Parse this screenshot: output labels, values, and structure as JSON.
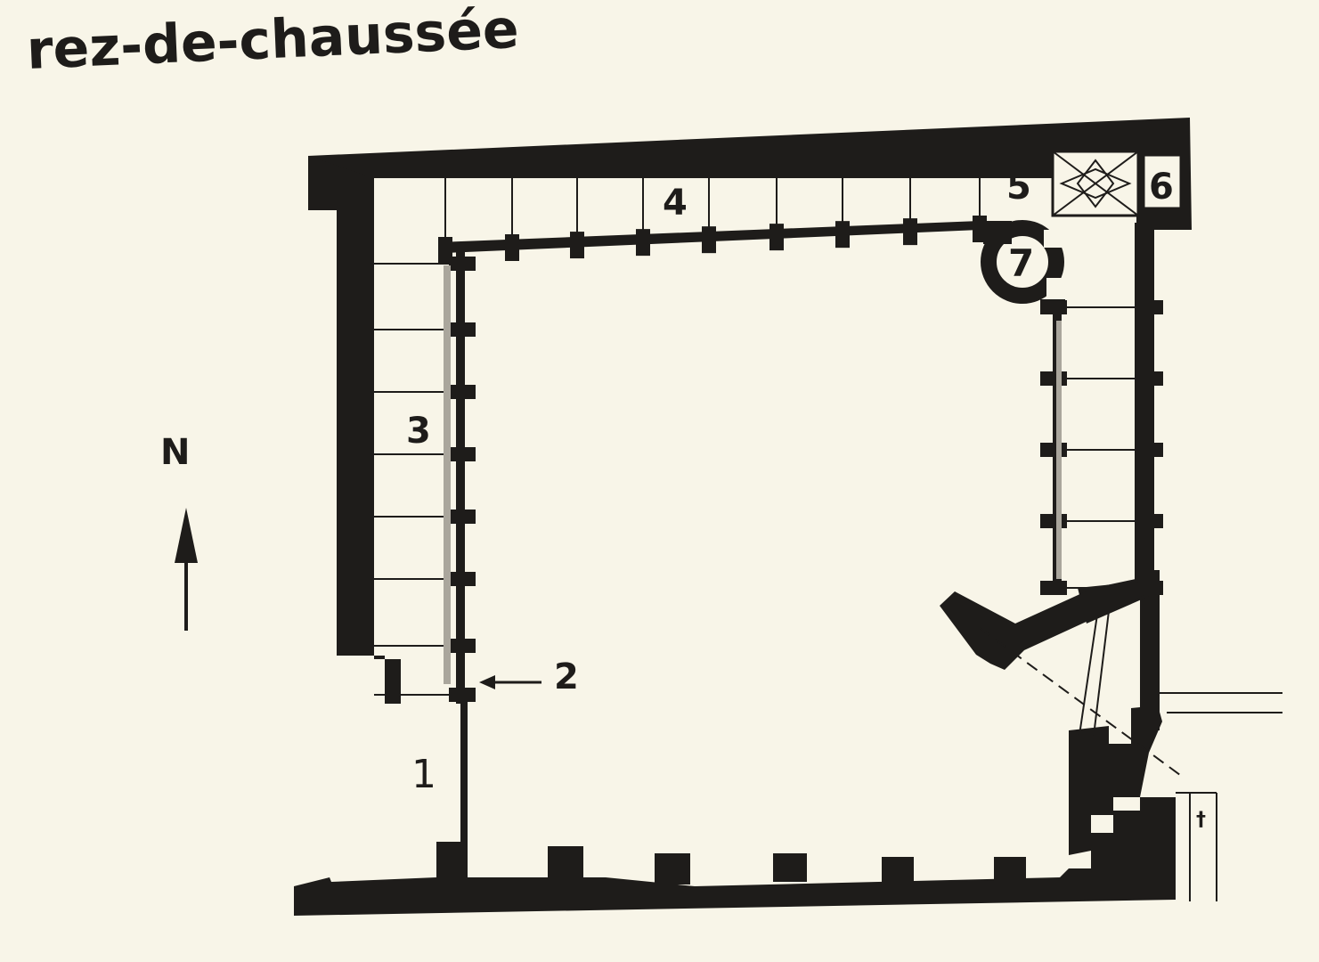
{
  "title": "rez-de-chaussée",
  "compass_label": "N",
  "labels": {
    "l1": "1",
    "l2": "2",
    "l3": "3",
    "l4": "4",
    "l5": "5",
    "l6": "6",
    "l7": "7"
  },
  "chapel_symbol": "†",
  "colors": {
    "background": "#f8f5e8",
    "ink": "#1e1c1a",
    "bay_line": "#aaa69c"
  }
}
